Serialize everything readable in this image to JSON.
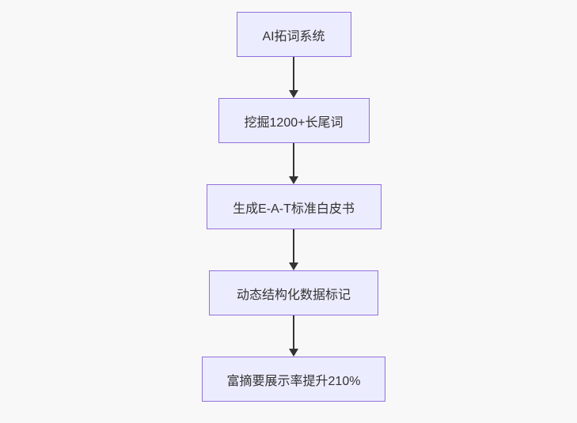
{
  "flowchart": {
    "title": "SEO AI workflow flowchart",
    "direction": "top-down",
    "background_color": "#f8f8f8",
    "node_fill_color": "#ECECFF",
    "node_border_color": "#9370DB",
    "node_text_color": "#333333",
    "arrow_color": "#333333",
    "nodes": [
      {
        "id": 1,
        "label": "AI拓词系统"
      },
      {
        "id": 2,
        "label": "挖掘1200+长尾词"
      },
      {
        "id": 3,
        "label": "生成E-A-T标准白皮书"
      },
      {
        "id": 4,
        "label": "动态结构化数据标记"
      },
      {
        "id": 5,
        "label": "富摘要展示率提升210%"
      }
    ],
    "edges": [
      {
        "from": 1,
        "to": 2
      },
      {
        "from": 2,
        "to": 3
      },
      {
        "from": 3,
        "to": 4
      },
      {
        "from": 4,
        "to": 5
      }
    ]
  }
}
